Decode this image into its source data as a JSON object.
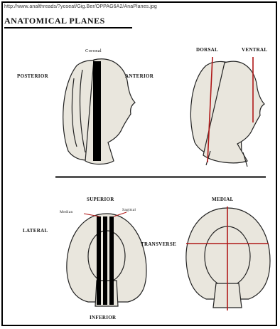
{
  "source_url": "http://www.analthreads/?yoseaf/Gig.Ber/OPPAG6A2/AnaPlanes.jpg",
  "title": "ANATOMICAL PLANES",
  "labels": {
    "coronal": "Coronal",
    "posterior": "POSTERIOR",
    "anterior": "ANTERIOR",
    "dorsal": "DORSAL",
    "ventral": "VENTRAL",
    "superior": "SUPERIOR",
    "median_left": "Median",
    "sagittal": "Sagittal",
    "lateral": "LATERAL",
    "inferior": "INFERIOR",
    "medial": "MEDIAL",
    "transverse": "TRANSVERSE"
  },
  "colors": {
    "plane_line": "#b01818",
    "coronal_band": "#000000",
    "skin": "#e9e6dd",
    "outline": "#222222"
  }
}
